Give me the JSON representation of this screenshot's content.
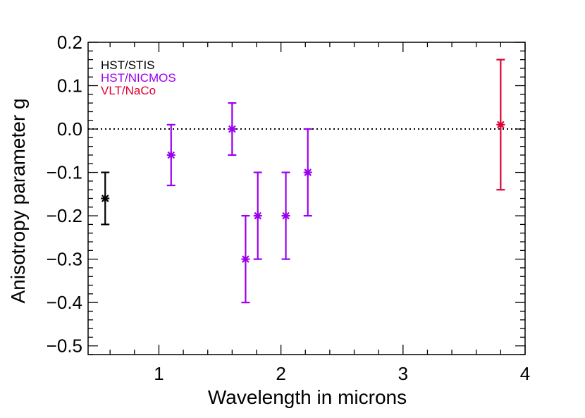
{
  "chart_data": {
    "type": "scatter",
    "xlabel": "Wavelength in microns",
    "ylabel": "Anisotropy parameter g",
    "xlim": [
      0.42,
      4.0
    ],
    "ylim": [
      -0.52,
      0.2
    ],
    "x_ticks": [
      {
        "value": 1,
        "label": "1"
      },
      {
        "value": 2,
        "label": "2"
      },
      {
        "value": 3,
        "label": "3"
      },
      {
        "value": 4,
        "label": "4"
      }
    ],
    "y_ticks": [
      {
        "value": 0.2,
        "label": "0.2"
      },
      {
        "value": 0.1,
        "label": "0.1"
      },
      {
        "value": 0.0,
        "label": "0.0"
      },
      {
        "value": -0.1,
        "label": "−0.1"
      },
      {
        "value": -0.2,
        "label": "−0.2"
      },
      {
        "value": -0.3,
        "label": "−0.3"
      },
      {
        "value": -0.4,
        "label": "−0.4"
      },
      {
        "value": -0.5,
        "label": "−0.5"
      }
    ],
    "x_minor_step": 0.2,
    "y_minor_step": 0.02,
    "reference_line": {
      "y": 0.0,
      "style": "dotted"
    },
    "grid": false,
    "legend": {
      "placement": "top-left"
    },
    "series": [
      {
        "name": "HST/STIS",
        "color": "#000000",
        "points": [
          {
            "x": 0.56,
            "y": -0.16,
            "yerr_low": -0.22,
            "yerr_high": -0.1
          }
        ]
      },
      {
        "name": "HST/NICMOS",
        "color": "#9900ee",
        "points": [
          {
            "x": 1.1,
            "y": -0.06,
            "yerr_low": -0.13,
            "yerr_high": 0.01
          },
          {
            "x": 1.6,
            "y": 0.0,
            "yerr_low": -0.06,
            "yerr_high": 0.06
          },
          {
            "x": 1.71,
            "y": -0.3,
            "yerr_low": -0.4,
            "yerr_high": -0.2
          },
          {
            "x": 1.81,
            "y": -0.2,
            "yerr_low": -0.3,
            "yerr_high": -0.1
          },
          {
            "x": 2.04,
            "y": -0.2,
            "yerr_low": -0.3,
            "yerr_high": -0.1
          },
          {
            "x": 2.22,
            "y": -0.1,
            "yerr_low": -0.2,
            "yerr_high": 0.0
          }
        ]
      },
      {
        "name": "VLT/NaCo",
        "color": "#dd0033",
        "points": [
          {
            "x": 3.8,
            "y": 0.01,
            "yerr_low": -0.14,
            "yerr_high": 0.16
          }
        ]
      }
    ]
  }
}
